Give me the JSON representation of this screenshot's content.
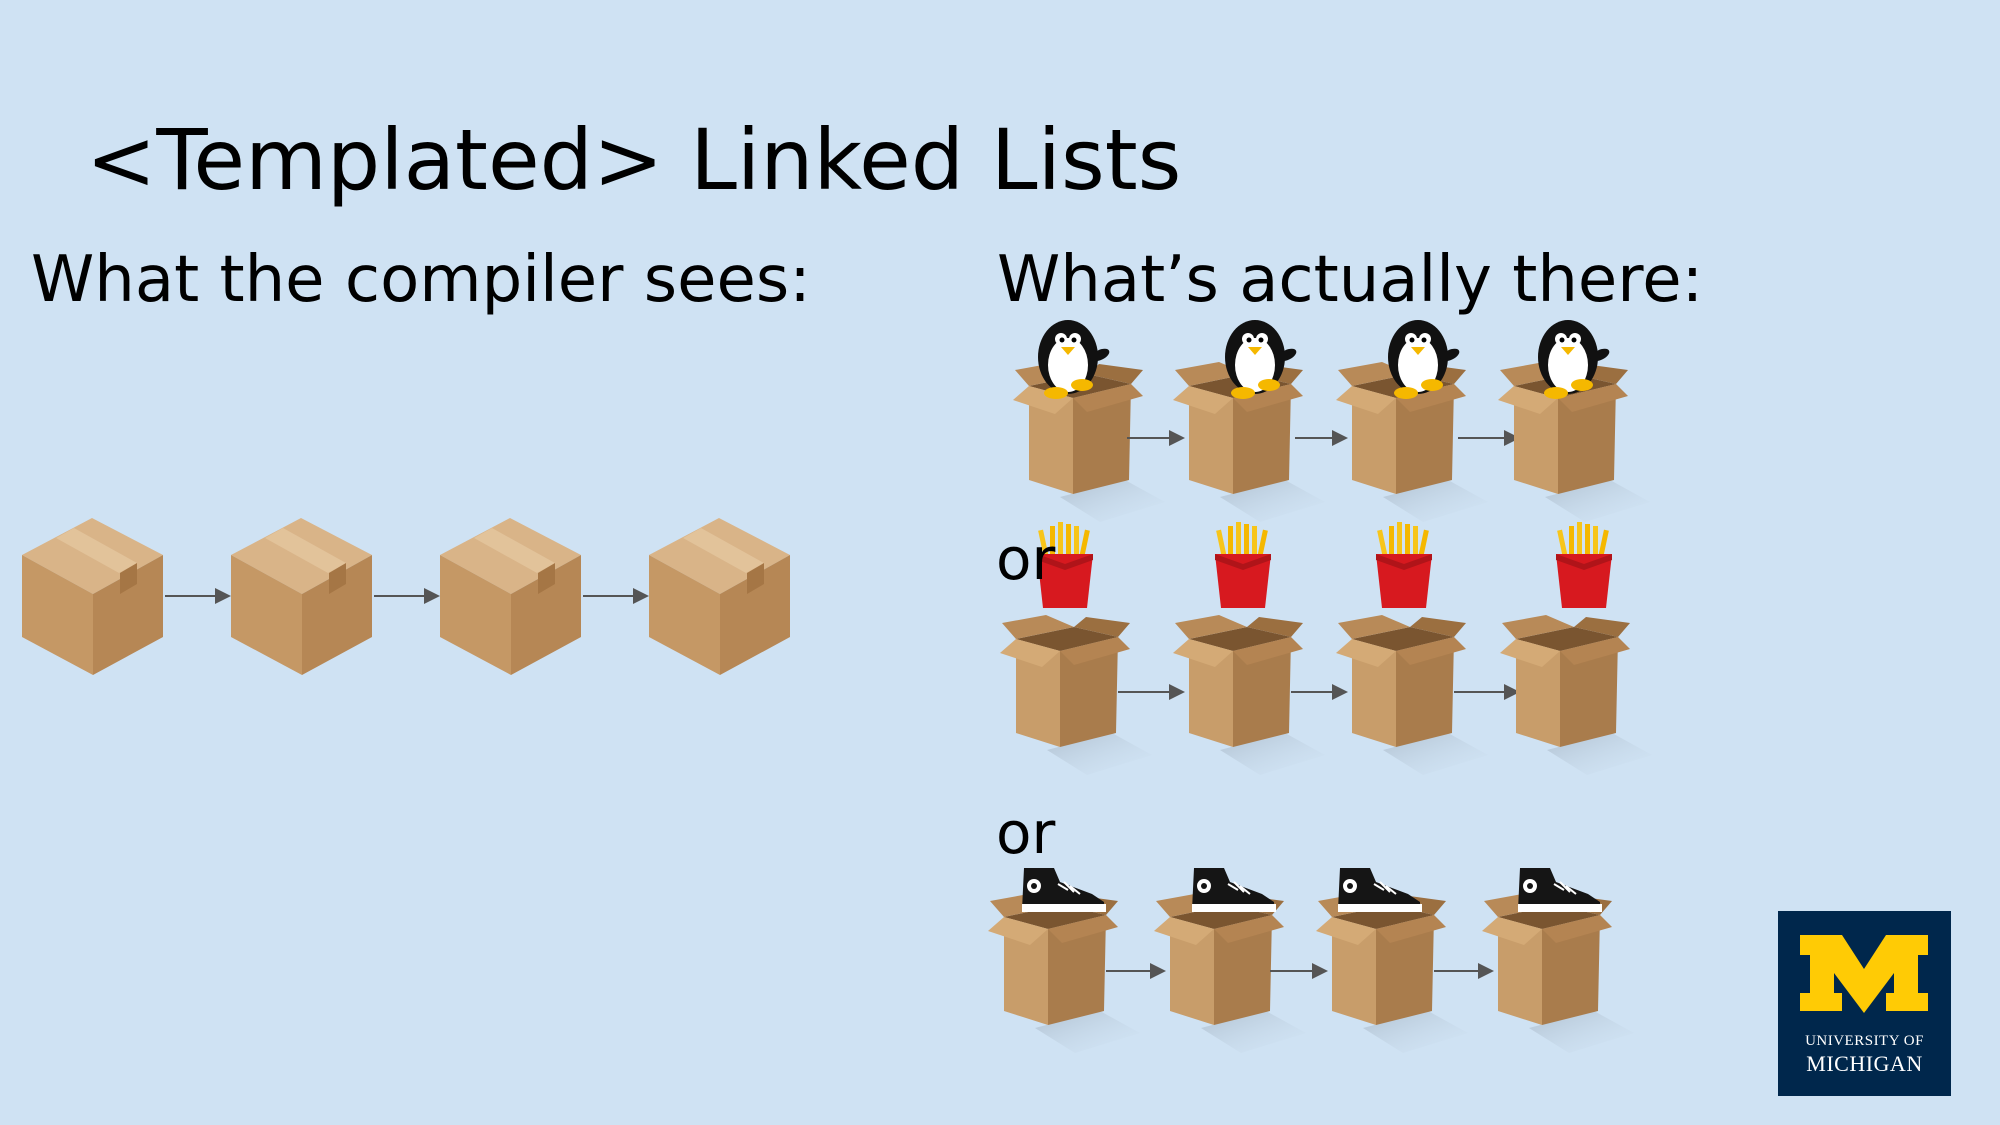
{
  "slide": {
    "title": "<Templated> Linked Lists",
    "left_heading": "What the compiler sees:",
    "right_heading": "What’s actually there:",
    "or_first": "or",
    "or_second": "or"
  },
  "rows": [
    {
      "content": "penguin",
      "count": 4
    },
    {
      "content": "fries",
      "count": 4
    },
    {
      "content": "sneaker",
      "count": 4
    }
  ],
  "compiler_row": {
    "content": "closed-box",
    "count": 4
  },
  "logo": {
    "line1": "UNIVERSITY OF",
    "line2": "MICHIGAN",
    "colors": {
      "blue": "#00274c",
      "maize": "#ffcb05"
    }
  },
  "colors": {
    "background": "#cfe2f3",
    "box": "#c89d6a",
    "box_dark": "#a97c4c",
    "arrow": "#555555"
  }
}
